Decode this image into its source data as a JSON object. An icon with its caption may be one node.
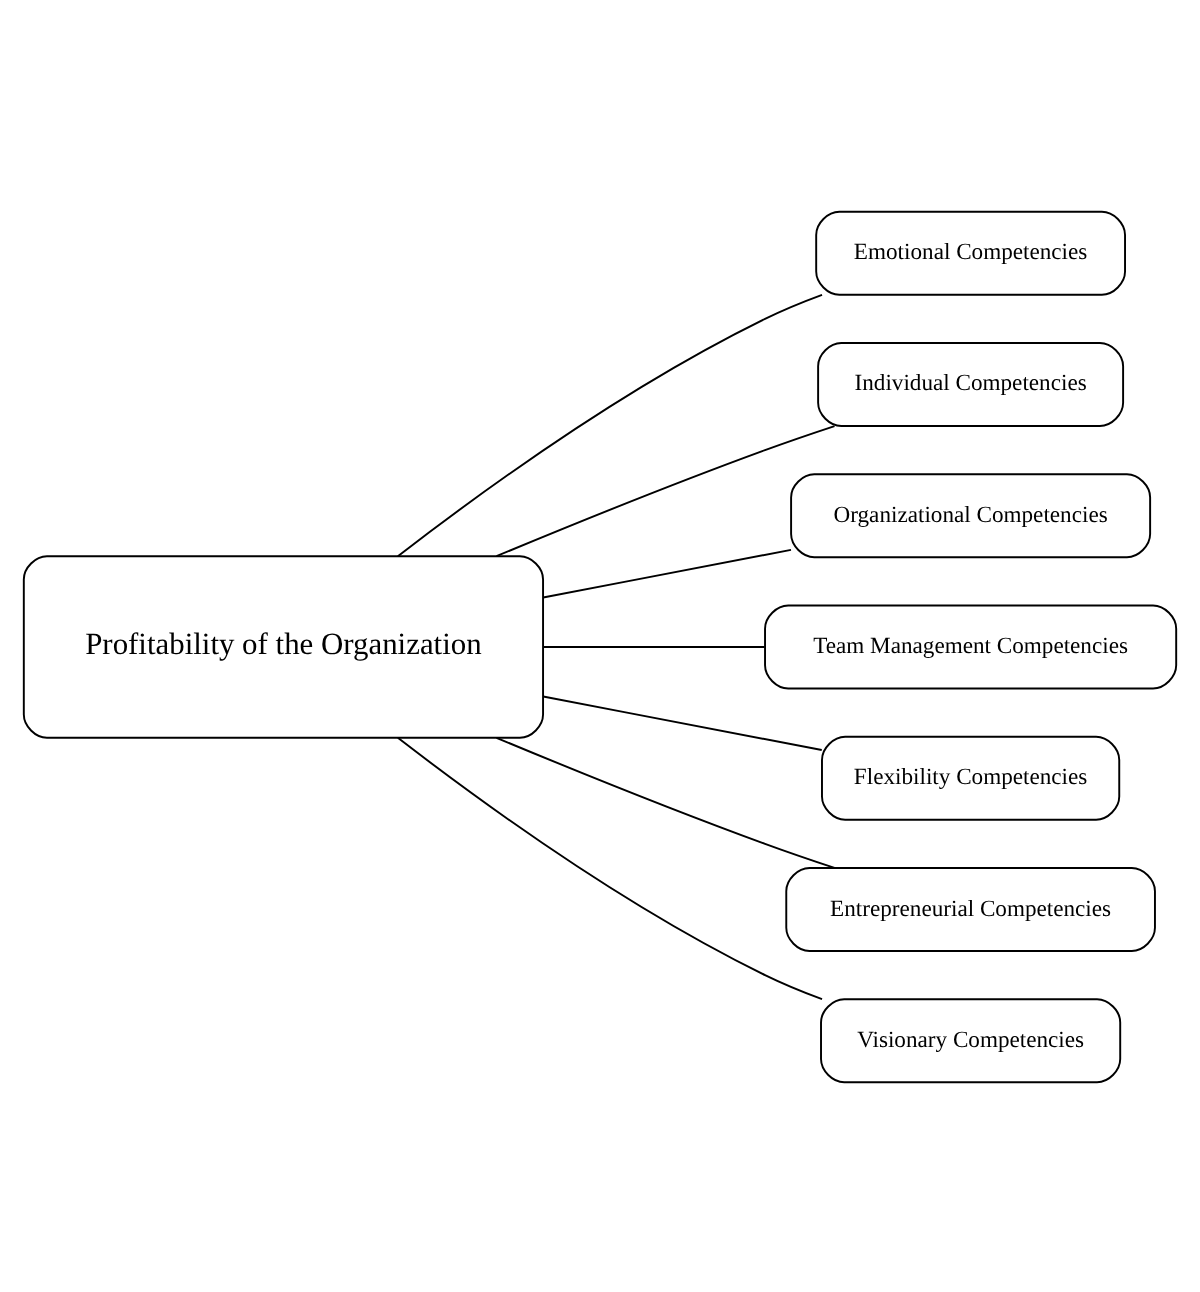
{
  "diagram": {
    "nodes": [
      {
        "text": [
          "Profitability of the Organization"
        ]
      },
      {
        "text": [
          "Emotional Competencies"
        ]
      },
      {
        "text": [
          "Individual Competencies"
        ]
      },
      {
        "text": [
          "Organizational Competencies"
        ]
      },
      {
        "text": [
          "Team Management Competencies"
        ]
      },
      {
        "text": [
          "Flexibility Competencies"
        ]
      },
      {
        "text": [
          "Entrepreneurial Competencies"
        ]
      },
      {
        "text": [
          "Visionary Competencies"
        ]
      }
    ],
    "edges": [
      {
        "from": 0,
        "to": 1,
        "arrow": "none"
      },
      {
        "from": 0,
        "to": 2,
        "arrow": "none"
      },
      {
        "from": 0,
        "to": 3,
        "arrow": "none"
      },
      {
        "from": 0,
        "to": 4,
        "arrow": "none"
      },
      {
        "from": 0,
        "to": 5,
        "arrow": "none"
      },
      {
        "from": 0,
        "to": 6,
        "arrow": "none"
      },
      {
        "from": 0,
        "to": 7,
        "arrow": "none"
      }
    ]
  }
}
